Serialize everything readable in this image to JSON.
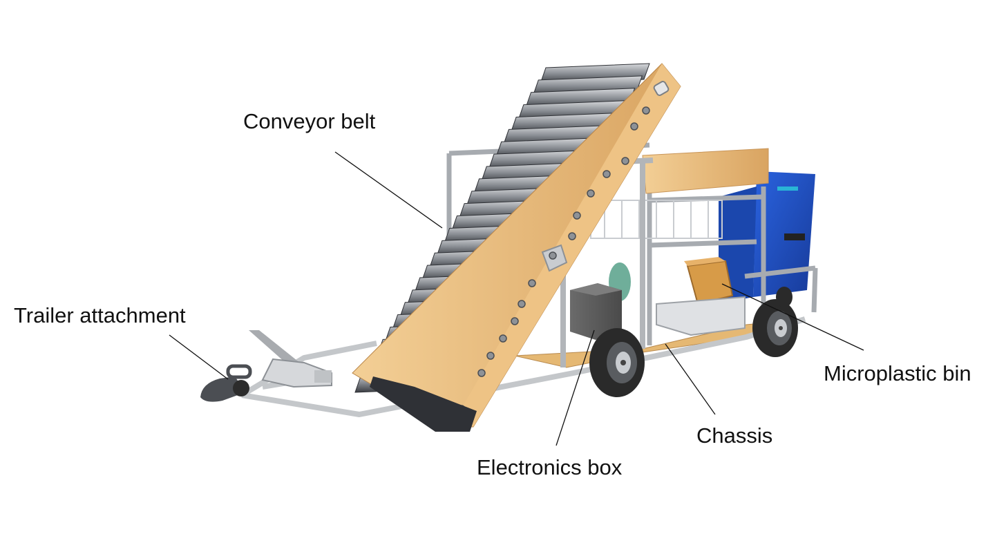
{
  "figure": {
    "labels": {
      "conveyor_belt": "Conveyor belt",
      "trailer_attachment": "Trailer attachment",
      "microplastic_bin": "Microplastic bin",
      "chassis": "Chassis",
      "electronics_box": "Electronics box"
    }
  },
  "colors": {
    "wood": "#e8b978",
    "steel": "#b9bcbf",
    "belt": "#4a4d52",
    "bin_blue": "#1f4fbf",
    "tire": "#2a2a2a",
    "leader_line": "#111111"
  }
}
